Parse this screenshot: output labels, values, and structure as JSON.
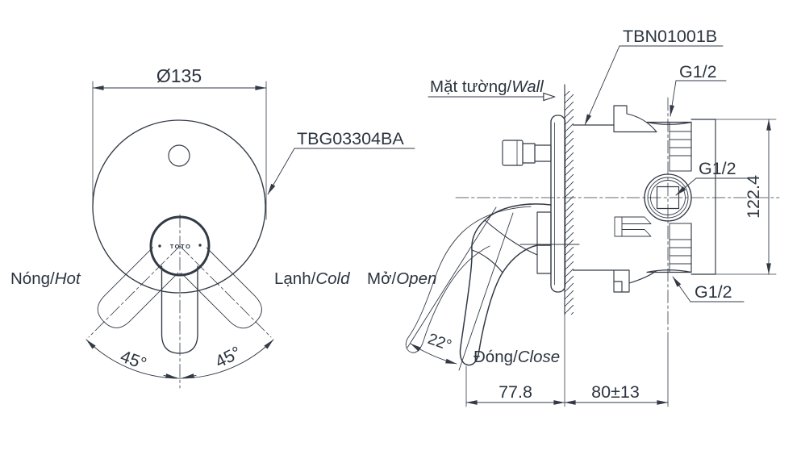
{
  "front": {
    "dia": "Ø135",
    "part": "TBG03304BA",
    "hot_vn": "Nóng/",
    "hot_en": "Hot",
    "cold_vn": "Lạnh/",
    "cold_en": "Cold",
    "angle_left": "45°",
    "angle_right": "45°",
    "logo": "TOTO"
  },
  "side": {
    "part": "TBN01001B",
    "wall_vn": "Mặt tường/",
    "wall_en": "Wall",
    "open_vn": "Mở/",
    "open_en": "Open",
    "close_vn": "Đóng/",
    "close_en": "Close",
    "open_angle": "22°",
    "g12_top": "G1/2",
    "g12_mid": "G1/2",
    "g12_bottom": "G1/2",
    "dim_height": "122.4",
    "dim_handle_depth": "77.8",
    "dim_wall_depth": "80±13"
  },
  "colors": {
    "line": "#333a46",
    "text": "#2c3540",
    "background": "#ffffff"
  }
}
